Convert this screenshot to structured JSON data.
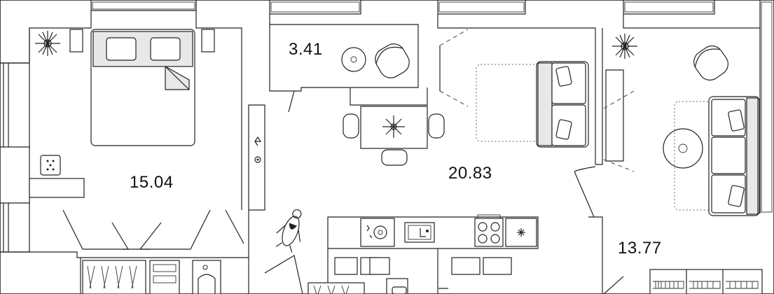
{
  "rooms": {
    "bedroom": {
      "area": "15.04"
    },
    "balcony": {
      "area": "3.41"
    },
    "living": {
      "area": "20.83"
    },
    "room_right": {
      "area": "13.77"
    }
  },
  "icons": {
    "plant": "plant-icon",
    "chair": "armchair-icon",
    "round_table": "round-table-icon",
    "sofa": "sofa-icon",
    "bed": "double-bed-icon",
    "stove": "stove-icon",
    "sink": "sink-icon",
    "penguin": "penguin-toy-icon"
  },
  "colors": {
    "line": "#222222",
    "fill_grey": "#e8e8e8",
    "background": "#ffffff"
  }
}
